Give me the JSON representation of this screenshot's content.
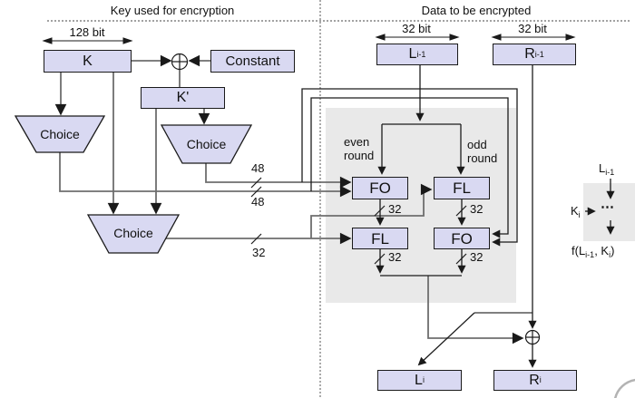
{
  "colors": {
    "box_fill": "#d9d9f2",
    "box_border": "#1a1a1a",
    "panel_fill": "#e9e9e9",
    "wire_gray": "#6e6e6e",
    "wire_black": "#1c1c1c"
  },
  "headers": {
    "left_title": "Key used for encryption",
    "right_title": "Data to be encrypted"
  },
  "key_panel": {
    "width_label": "128 bit",
    "k_box": "K",
    "constant_box": "Constant",
    "k_prime_box": "K'",
    "choice1": "Choice",
    "choice2": "Choice",
    "choice3": "Choice",
    "bus48_top": "48",
    "bus48_bottom": "48",
    "bus32": "32"
  },
  "data_panel": {
    "l_width_label": "32 bit",
    "r_width_label": "32 bit",
    "l_in": {
      "base": "L",
      "sub": "i-1"
    },
    "r_in": {
      "base": "R",
      "sub": "i-1"
    },
    "even_label": "even\nround",
    "odd_label": "odd\nround",
    "fo_top": "FO",
    "fl_top": "FL",
    "fl_bottom": "FL",
    "fo_bottom": "FO",
    "w32_fo_top": "32",
    "w32_fl_top": "32",
    "w32_fl_bottom": "32",
    "w32_fo_bottom": "32",
    "l_out": {
      "base": "L",
      "sub": "i"
    },
    "r_out": {
      "base": "R",
      "sub": "i"
    }
  },
  "legend": {
    "input": {
      "base": "L",
      "sub": "i-1"
    },
    "key": {
      "base": "K",
      "sub": "i"
    },
    "dots": "⋯",
    "output": {
      "p1": "f(L",
      "s1": "i-1",
      "p2": ", K",
      "s2": "i",
      "p3": ")"
    }
  }
}
